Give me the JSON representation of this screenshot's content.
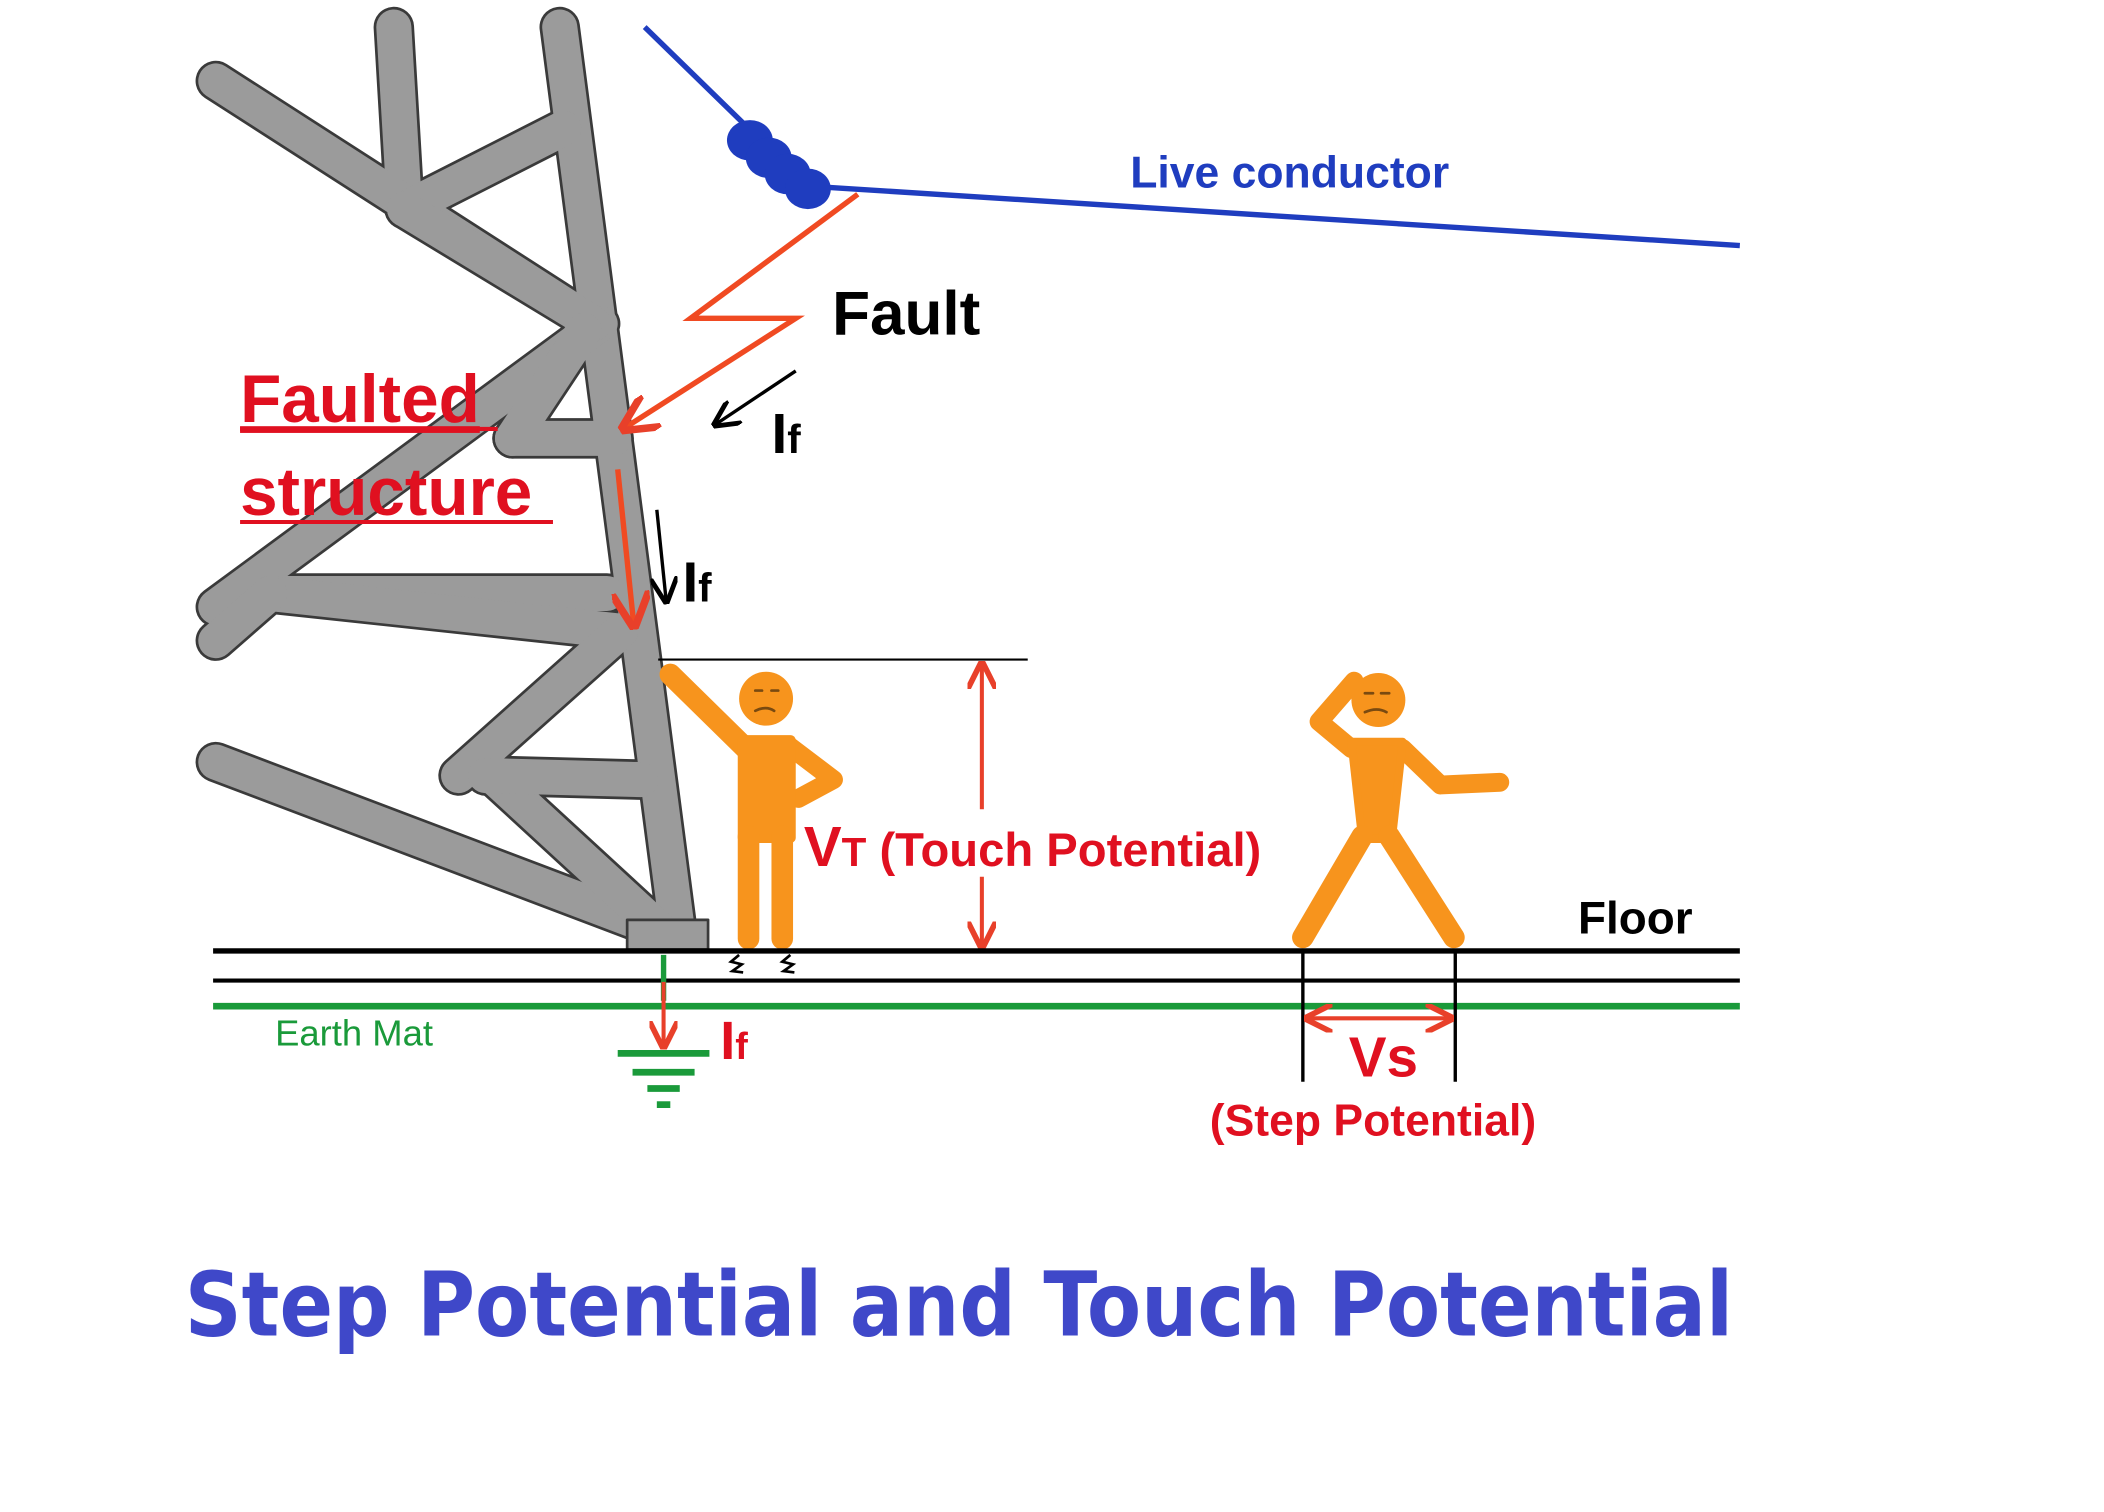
{
  "labels": {
    "live_conductor": "Live conductor",
    "fault": "Fault",
    "faulted_line1": "Faulted",
    "faulted_line2": "structure",
    "current_main": "I",
    "current_sub": "f",
    "touch_main": "V",
    "touch_sub": "T",
    "touch_desc": " (Touch  Potential)",
    "floor": "Floor",
    "earth_mat": "Earth Mat",
    "step_symbol": "Vs",
    "step_desc": "(Step Potential)"
  },
  "title": "Step Potential and Touch Potential",
  "colors": {
    "conductor": "#1f3dbf",
    "fault": "#f04a22",
    "label_red": "#e01020",
    "person": "#f7941d",
    "tower": "#9b9b9b",
    "earth": "#1a9a3a",
    "title": "#3f48c9"
  },
  "icons": [
    "insulator-icon",
    "ground-symbol-icon",
    "spark-icon"
  ]
}
